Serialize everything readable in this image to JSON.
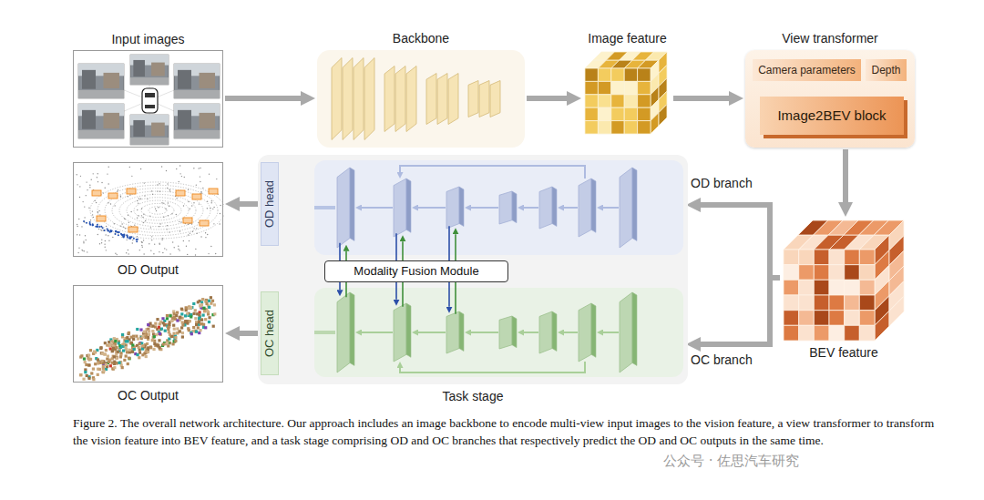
{
  "diagram": {
    "caption": "Figure 2. The overall network architecture. Our approach includes an image backbone to encode multi-view input images to the vision feature, a view transformer to transform the vision feature into BEV feature, and a task stage comprising OD and OC branches that respectively predict the OD and OC outputs in the same time.",
    "nodes": [
      {
        "text": [
          "Input images"
        ]
      },
      {
        "text": [
          "Backbone"
        ]
      },
      {
        "text": [
          "Image feature"
        ]
      },
      {
        "text": [
          "View transformer"
        ]
      },
      {
        "text": [
          "Camera parameters"
        ],
        "in": 3
      },
      {
        "text": [
          "Depth"
        ],
        "in": 3
      },
      {
        "text": [
          "Image2BEV block"
        ],
        "in": 3
      },
      {
        "text": [
          "BEV feature"
        ]
      },
      {
        "text": [
          "Task stage"
        ]
      },
      {
        "text": [
          "OD branch"
        ],
        "in": 8
      },
      {
        "text": [
          "OD head"
        ],
        "in": 8
      },
      {
        "text": [
          "Modality Fusion Module"
        ],
        "in": 8
      },
      {
        "text": [
          "OC branch"
        ],
        "in": 8
      },
      {
        "text": [
          "OC head"
        ],
        "in": 8
      },
      {
        "text": [
          "OD Output"
        ]
      },
      {
        "text": [
          "OC Output"
        ]
      }
    ],
    "edges": [
      {
        "from": 0,
        "to": 1,
        "arrow": "to"
      },
      {
        "from": 1,
        "to": 2,
        "arrow": "to"
      },
      {
        "from": 2,
        "to": 3,
        "arrow": "to"
      },
      {
        "from": 4,
        "to": 6,
        "arrow": "to"
      },
      {
        "from": 5,
        "to": 6,
        "arrow": "to"
      },
      {
        "from": 3,
        "to": 7,
        "arrow": "to"
      },
      {
        "from": 7,
        "to": 9,
        "arrow": "to"
      },
      {
        "from": 7,
        "to": 12,
        "arrow": "to"
      },
      {
        "from": 9,
        "to": 10,
        "arrow": "to"
      },
      {
        "from": 12,
        "to": 13,
        "arrow": "to"
      },
      {
        "from": 10,
        "to": 14,
        "arrow": "to"
      },
      {
        "from": 13,
        "to": 15,
        "arrow": "to"
      }
    ],
    "labels": [
      "公众号 · 佐思汽车研究"
    ]
  }
}
